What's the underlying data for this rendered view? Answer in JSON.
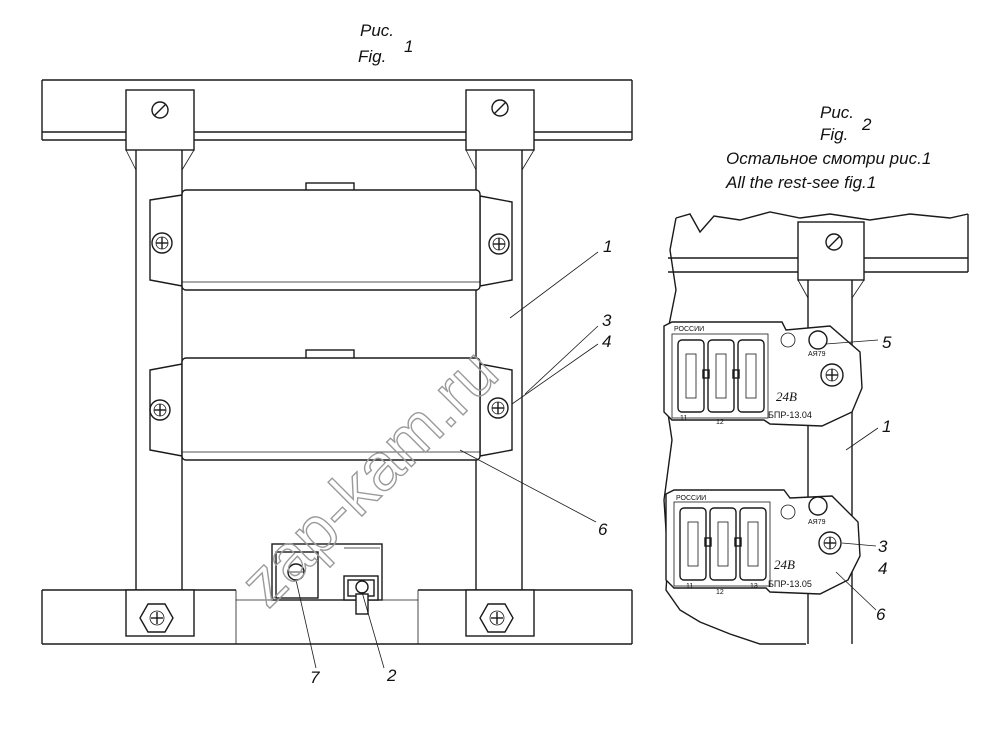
{
  "fig1": {
    "title_ru": "Рис.",
    "title_en": "Fig.",
    "number": "1"
  },
  "fig2": {
    "title_ru": "Рис.",
    "title_en": "Fig.",
    "number": "2",
    "note_ru": "Остальное смотри рис.1",
    "note_en": "All the rest-see fig.1"
  },
  "callouts_fig1": {
    "c1": "1",
    "c3": "3",
    "c4": "4",
    "c6": "6",
    "c7": "7",
    "c2": "2"
  },
  "callouts_fig2": {
    "c5": "5",
    "c1": "1",
    "c3": "3",
    "c4": "4",
    "c6": "6"
  },
  "fuse_block_upper": {
    "model": "БПР-13.04",
    "voltage": "24В",
    "maker": "РОССИИ",
    "cert": "АЯ79",
    "slot_a": "11",
    "slot_b": "12"
  },
  "fuse_block_lower": {
    "model": "БПР-13.05",
    "voltage": "24В",
    "maker": "РОССИИ",
    "cert": "АЯ79",
    "slot_a": "11",
    "slot_b": "12",
    "slot_c": "13"
  },
  "watermark": "zap-kam.ru"
}
